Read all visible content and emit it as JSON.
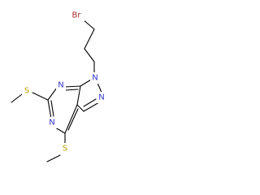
{
  "colors": {
    "background": "#ffffff",
    "bond": "#000000",
    "bromine": "#a52a2a",
    "nitrogen": "#3333cc",
    "sulfur": "#b8a000"
  },
  "atoms": {
    "br": "Br",
    "n1": "N",
    "n2": "N",
    "n7": "N",
    "n5": "N",
    "s6": "S",
    "s4": "S"
  }
}
